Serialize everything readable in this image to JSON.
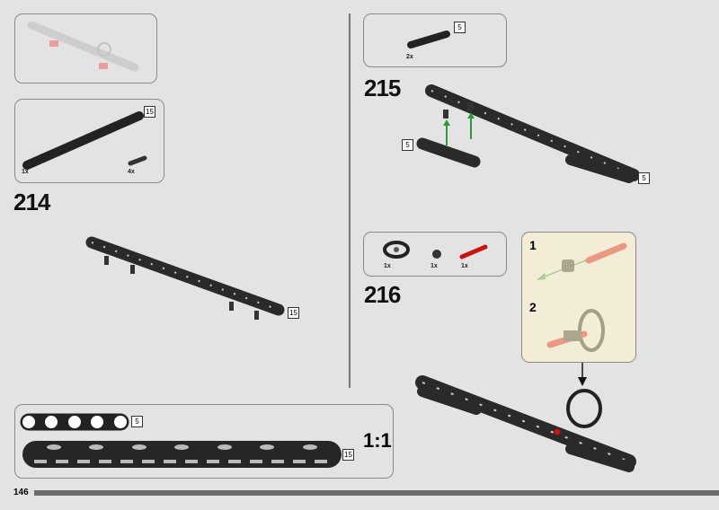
{
  "steps": {
    "s214": {
      "number": "214",
      "parts": [
        {
          "qty": "1x",
          "name": "beam-15"
        },
        {
          "qty": "4x",
          "name": "pin"
        }
      ],
      "beam_label": "15",
      "callout_label": "15"
    },
    "s215": {
      "number": "215",
      "parts": [
        {
          "qty": "2x",
          "name": "beam-5"
        }
      ],
      "parts_label": "5",
      "left_label": "5",
      "right_label": "5"
    },
    "s216": {
      "number": "216",
      "parts": [
        {
          "qty": "1x",
          "name": "steering-wheel"
        },
        {
          "qty": "1x",
          "name": "bush"
        },
        {
          "qty": "1x",
          "name": "red-axle"
        }
      ],
      "substep1": "1",
      "substep2": "2"
    }
  },
  "scale_box": {
    "scale": "1:1",
    "short_label": "5",
    "long_label": "15"
  },
  "footer": {
    "page_number": "146"
  },
  "colors": {
    "background": "#e3e3e3",
    "callout": "#fdf3cf",
    "arrow": "#2e9a3c",
    "axle": "#cc1010"
  }
}
